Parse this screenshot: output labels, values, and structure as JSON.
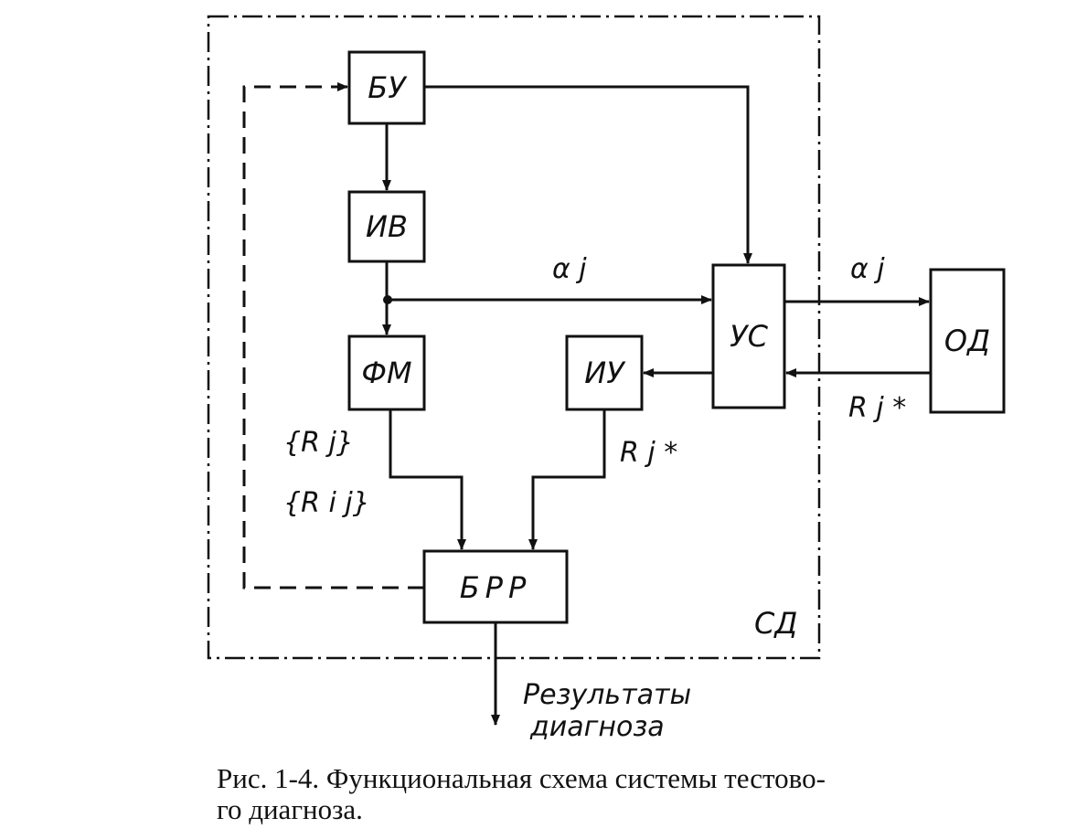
{
  "diagram": {
    "system_label": "СД",
    "blocks": {
      "bu": "БУ",
      "iv": "ИВ",
      "fm": "ФМ",
      "iu": "ИУ",
      "us": "УС",
      "od": "ОД",
      "brr": "БРР"
    },
    "signals": {
      "alpha_j_inner": "α j",
      "alpha_j_outer": "α j",
      "r_star_outer": "R j *",
      "r_star_inner": "R j *",
      "set_rj": "{R j}",
      "set_rij": "{R i j}"
    },
    "output_line1": "Результаты",
    "output_line2": "диагноза"
  },
  "caption": {
    "line1": "Рис. 1-4. Функциональная схема системы тестово-",
    "line2": "го диагноза."
  }
}
